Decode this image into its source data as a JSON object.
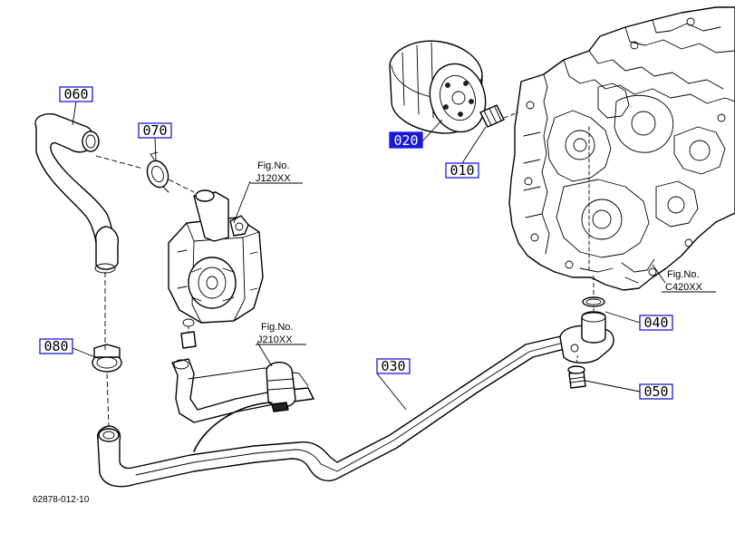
{
  "diagram": {
    "callouts": [
      {
        "id": "c010",
        "label": "010",
        "selected": false
      },
      {
        "id": "c020",
        "label": "020",
        "selected": true
      },
      {
        "id": "c030",
        "label": "030",
        "selected": false
      },
      {
        "id": "c040",
        "label": "040",
        "selected": false
      },
      {
        "id": "c050",
        "label": "050",
        "selected": false
      },
      {
        "id": "c060",
        "label": "060",
        "selected": false
      },
      {
        "id": "c070",
        "label": "070",
        "selected": false
      },
      {
        "id": "c080",
        "label": "080",
        "selected": false
      }
    ],
    "figure_refs": {
      "pump": {
        "line1": "Fig.No.",
        "line2": "J120XX"
      },
      "tube": {
        "line1": "Fig.No.",
        "line2": "J210XX"
      },
      "housing": {
        "line1": "Fig.No.",
        "line2": "C420XX"
      }
    },
    "footer_code": "62878-012-10",
    "colors": {
      "callout_border": "#1a1ad6",
      "callout_selected_fill": "#1a1ad6",
      "line": "#000000"
    }
  }
}
